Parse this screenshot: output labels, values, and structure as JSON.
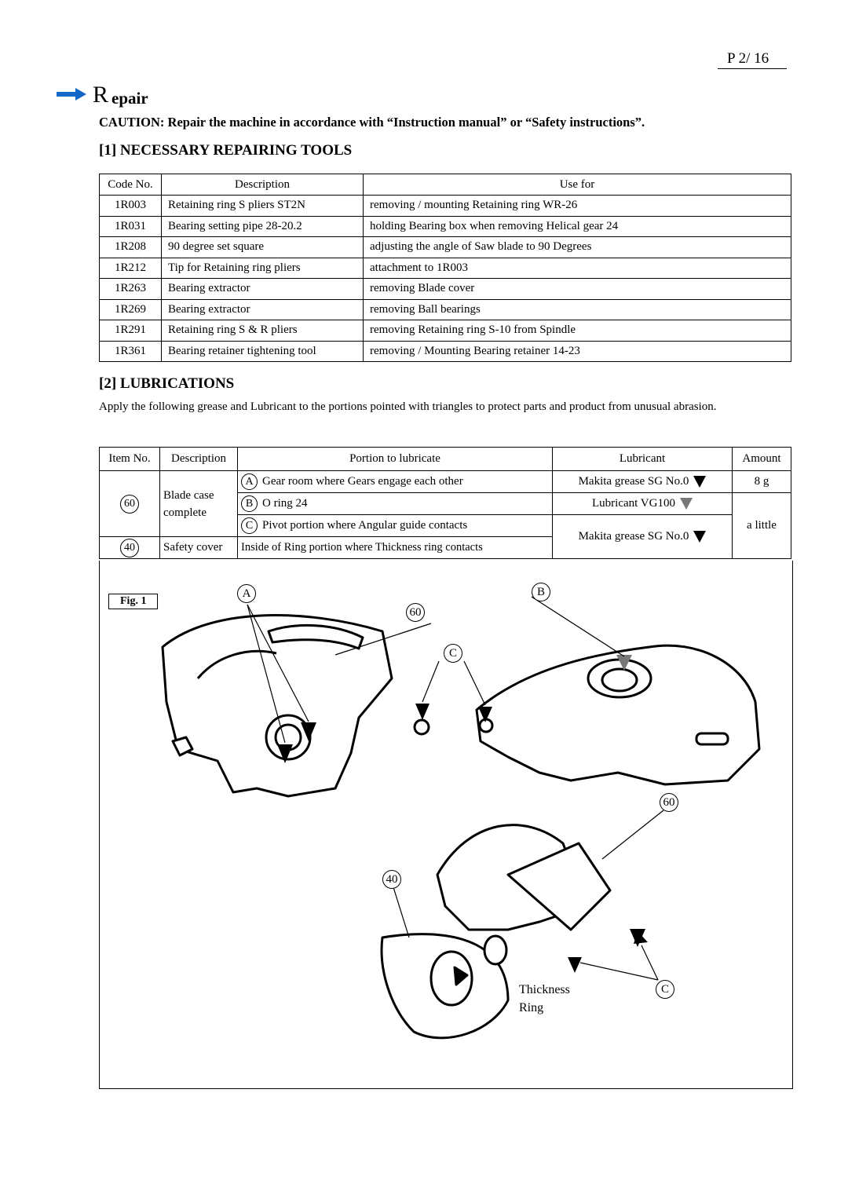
{
  "page_number": "P 2/ 16",
  "heading": {
    "first_letter": "R",
    "rest": "epair"
  },
  "caution": "CAUTION: Repair the machine in accordance with “Instruction  manual” or “Safety instructions”.",
  "tools_section": {
    "title": "[1] NECESSARY REPAIRING TOOLS",
    "headers": [
      "Code No.",
      "Description",
      "Use for"
    ],
    "rows": [
      [
        "1R003",
        "Retaining ring S pliers ST2N",
        "removing / mounting Retaining ring WR-26"
      ],
      [
        "1R031",
        "Bearing setting pipe 28-20.2",
        "holding Bearing box when removing Helical gear 24"
      ],
      [
        "1R208",
        "90 degree set square",
        "adjusting the angle of Saw blade to 90 Degrees"
      ],
      [
        "1R212",
        "Tip for Retaining ring pliers",
        "attachment to 1R003"
      ],
      [
        "1R263",
        "Bearing extractor",
        "removing Blade cover"
      ],
      [
        "1R269",
        "Bearing extractor",
        "removing Ball bearings"
      ],
      [
        "1R291",
        "Retaining ring S & R pliers",
        "removing Retaining ring S-10 from Spindle"
      ],
      [
        "1R361",
        "Bearing retainer tightening tool",
        "removing / Mounting Bearing retainer 14-23"
      ]
    ]
  },
  "lubrication_section": {
    "title": "[2] LUBRICATIONS",
    "intro": "Apply the following grease and Lubricant to the portions pointed with triangles to protect parts and product from unusual abrasion.",
    "headers": [
      "Item No.",
      "Description",
      "Portion to lubricate",
      "Lubricant",
      "Amount"
    ],
    "items": [
      {
        "item_no": "60",
        "description": "Blade case complete"
      },
      {
        "item_no": "40",
        "description": "Safety cover"
      }
    ],
    "portions": [
      {
        "mark": "A",
        "text": "Gear room where Gears engage each other"
      },
      {
        "mark": "B",
        "text": "O ring 24"
      },
      {
        "mark": "C",
        "text": "Pivot portion where Angular guide contacts"
      },
      {
        "mark": "",
        "text": "Inside of Ring portion where Thickness ring contacts"
      }
    ],
    "lubricants": [
      "Makita grease SG No.0",
      "Lubricant VG100",
      "Makita grease SG No.0"
    ],
    "amounts": [
      "8 g",
      "a little"
    ]
  },
  "figure": {
    "label": "Fig. 1",
    "callouts": {
      "a": "A",
      "b": "B",
      "c1": "C",
      "c2": "C",
      "n60a": "60",
      "n60b": "60",
      "n40": "40"
    },
    "thickness_label": "Thickness",
    "ring_label": "Ring"
  }
}
